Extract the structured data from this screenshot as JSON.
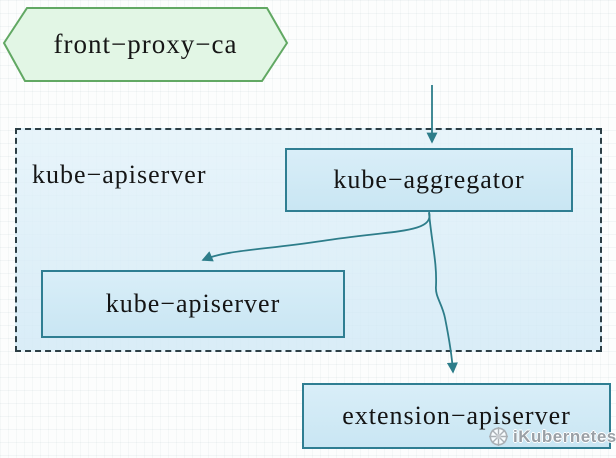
{
  "diagram": {
    "hexagon": {
      "label": "front−proxy−ca"
    },
    "container": {
      "label": "kube−apiserver"
    },
    "nodes": {
      "aggregator": {
        "label": "kube−aggregator"
      },
      "apiserver": {
        "label": "kube−apiserver"
      },
      "extension": {
        "label": "extension−apiserver"
      }
    },
    "edges": [
      {
        "from": "top",
        "to": "kube-aggregator",
        "style": "straight-down-arrow"
      },
      {
        "from": "kube-aggregator",
        "to": "kube-apiserver",
        "style": "curved-arrow"
      },
      {
        "from": "kube-aggregator",
        "to": "extension-apiserver",
        "style": "curved-arrow"
      }
    ],
    "colors": {
      "node_fill": "#cfe9f5",
      "node_border": "#2f7e92",
      "hexagon_fill": "#e2f6e5",
      "hexagon_border": "#61a863",
      "container_fill": "#ddeef8",
      "dashed_border": "#2c3e45",
      "arrow": "#2d7d8a",
      "text": "#141414"
    }
  },
  "watermark": {
    "label": "iKubernetes",
    "icon": "helm-wheel-icon"
  }
}
